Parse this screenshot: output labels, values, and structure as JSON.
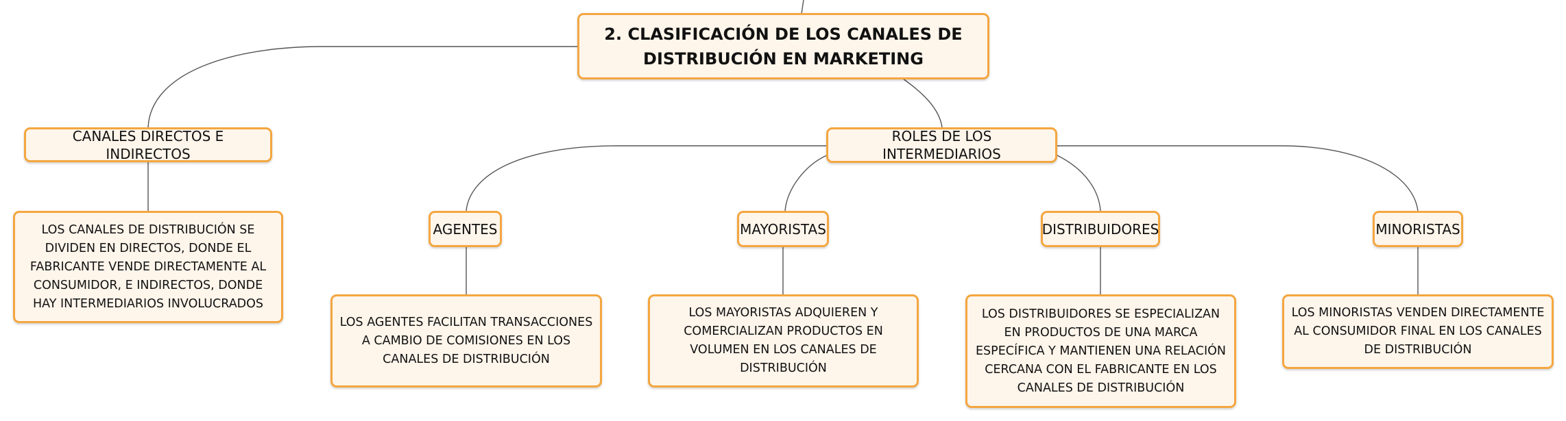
{
  "colors": {
    "border": "#f4a640",
    "fill": "#fef5eb",
    "line": "#555555",
    "text": "#111111"
  },
  "root": {
    "label": "2. CLASIFICACIÓN DE LOS CANALES DE DISTRIBUCIÓN EN MARKETING"
  },
  "canales": {
    "label": "CANALES DIRECTOS E INDIRECTOS",
    "detail": "LOS CANALES DE DISTRIBUCIÓN SE DIVIDEN EN DIRECTOS, DONDE EL FABRICANTE VENDE DIRECTAMENTE AL CONSUMIDOR, E INDIRECTOS, DONDE HAY INTERMEDIARIOS INVOLUCRADOS"
  },
  "roles": {
    "label": "ROLES DE LOS INTERMEDIARIOS"
  },
  "agentes": {
    "label": "AGENTES",
    "detail": "LOS AGENTES FACILITAN TRANSACCIONES A CAMBIO DE COMISIONES EN LOS CANALES DE DISTRIBUCIÓN"
  },
  "mayoristas": {
    "label": "MAYORISTAS",
    "detail": "LOS MAYORISTAS ADQUIEREN Y COMERCIALIZAN PRODUCTOS EN VOLUMEN EN LOS CANALES DE DISTRIBUCIÓN"
  },
  "distribuidores": {
    "label": "DISTRIBUIDORES",
    "detail": "LOS DISTRIBUIDORES SE ESPECIALIZAN EN PRODUCTOS DE UNA MARCA ESPECÍFICA Y MANTIENEN UNA RELACIÓN CERCANA CON EL FABRICANTE EN LOS CANALES DE DISTRIBUCIÓN"
  },
  "minoristas": {
    "label": "MINORISTAS",
    "detail": "LOS MINORISTAS VENDEN DIRECTAMENTE AL CONSUMIDOR FINAL EN LOS CANALES DE DISTRIBUCIÓN"
  }
}
